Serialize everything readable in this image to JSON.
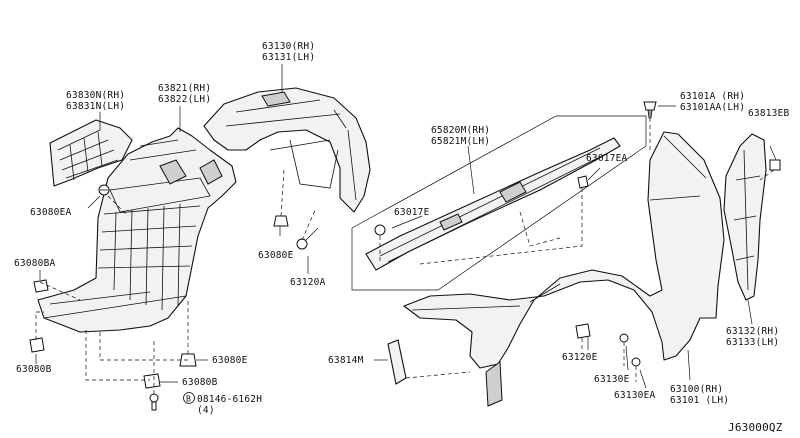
{
  "labels": {
    "p63130": "63130(RH)",
    "p63131": "63131(LH)",
    "p63821": "63821(RH)",
    "p63822": "63822(LH)",
    "p63830n": "63830N(RH)",
    "p63831n": "63831N(LH)",
    "p63080ea": "63080EA",
    "p63080e_top": "63080E",
    "p63120a": "63120A",
    "p63080ba": "63080BA",
    "p63080b_left": "63080B",
    "p63080e_bottom": "63080E",
    "p63080b_bottom": "63080B",
    "p08146": "08146-6162H",
    "p08146_qty": "(4)",
    "p08146_mark": "B",
    "p65820m": "65820M(RH)",
    "p65821m": "65821M(LH)",
    "p63017ea": "63017EA",
    "p63017e": "63017E",
    "p63101a": "63101A (RH)",
    "p63101aa": "63101AA(LH)",
    "p63813eb": "63813EB",
    "p63814m": "63814M",
    "p63120e": "63120E",
    "p63130e": "63130E",
    "p63130ea": "63130EA",
    "p63100": "63100(RH)",
    "p63101": "63101 (LH)",
    "p63132": "63132(RH)",
    "p63133": "63133(LH)",
    "diagram_code": "J63000QZ"
  }
}
